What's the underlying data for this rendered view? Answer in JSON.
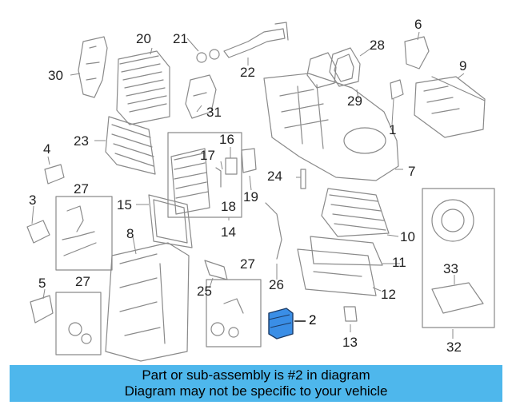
{
  "diagram": {
    "highlighted_part": "2",
    "highlight_color": "#3a8ee6",
    "callouts": {
      "c1": "1",
      "c2": "2",
      "c3": "3",
      "c4": "4",
      "c5": "5",
      "c6": "6",
      "c7": "7",
      "c8": "8",
      "c9": "9",
      "c10": "10",
      "c11": "11",
      "c12": "12",
      "c13": "13",
      "c14": "14",
      "c15": "15",
      "c16": "16",
      "c17": "17",
      "c18": "18",
      "c19": "19",
      "c20": "20",
      "c21": "21",
      "c22": "22",
      "c23": "23",
      "c24": "24",
      "c25": "25",
      "c26": "26",
      "c27a": "27",
      "c27b": "27",
      "c27c": "27",
      "c28": "28",
      "c29": "29",
      "c30": "30",
      "c31": "31",
      "c32": "32",
      "c33": "33"
    }
  },
  "banner": {
    "line1": "Part or sub-assembly is #2 in diagram",
    "line2": "Diagram may not be specific to your vehicle",
    "background": "#4eb7ec"
  }
}
